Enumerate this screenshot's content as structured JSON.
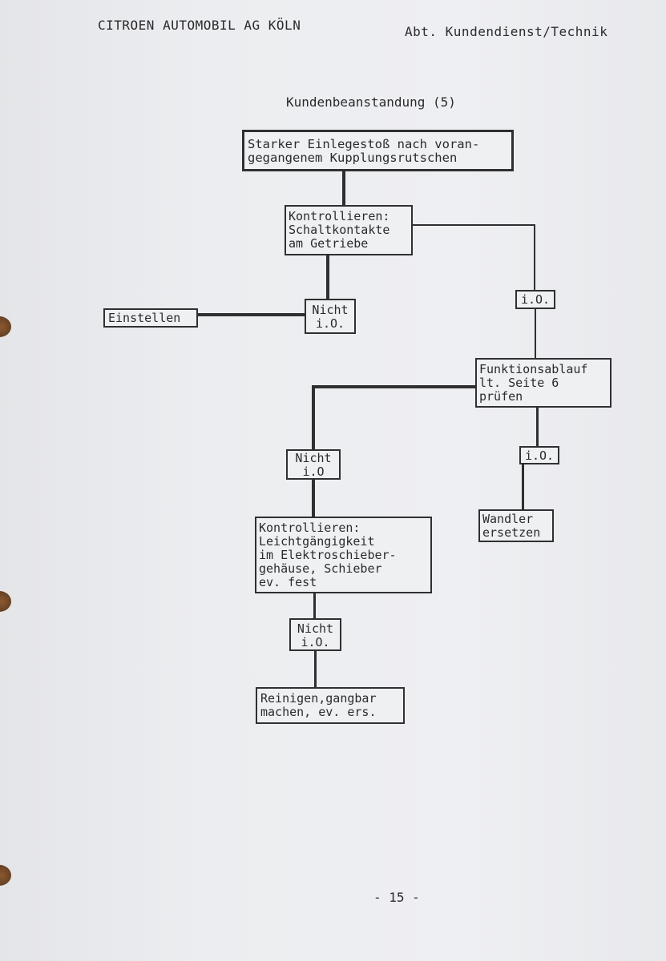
{
  "header": {
    "left": "CITROEN AUTOMOBIL AG KÖLN",
    "right": "Abt. Kundendienst/Technik"
  },
  "title": "Kundenbeanstandung (5)",
  "nodes": {
    "start": "Starker Einlegestoß nach voran-\ngegangenem Kupplungsrutschen",
    "check_contacts": "Kontrollieren:\nSchaltkontakte\nam Getriebe",
    "nicht_io_1": "Nicht\ni.O.",
    "einstellen": "Einstellen",
    "io_1": "i.O.",
    "funktionsablauf": "Funktionsablauf\nlt. Seite 6\nprüfen",
    "nicht_io_2": "Nicht\ni.O",
    "io_2": "i.O.",
    "wandler": "Wandler\nersetzen",
    "check_schieber": "Kontrollieren:\nLeichtgängigkeit\nim Elektroschieber-\ngehäuse, Schieber\nev. fest",
    "nicht_io_3": "Nicht\ni.O.",
    "reinigen": "Reinigen,gangbar\nmachen, ev. ers."
  },
  "footer": {
    "page_number": "- 15 -"
  }
}
